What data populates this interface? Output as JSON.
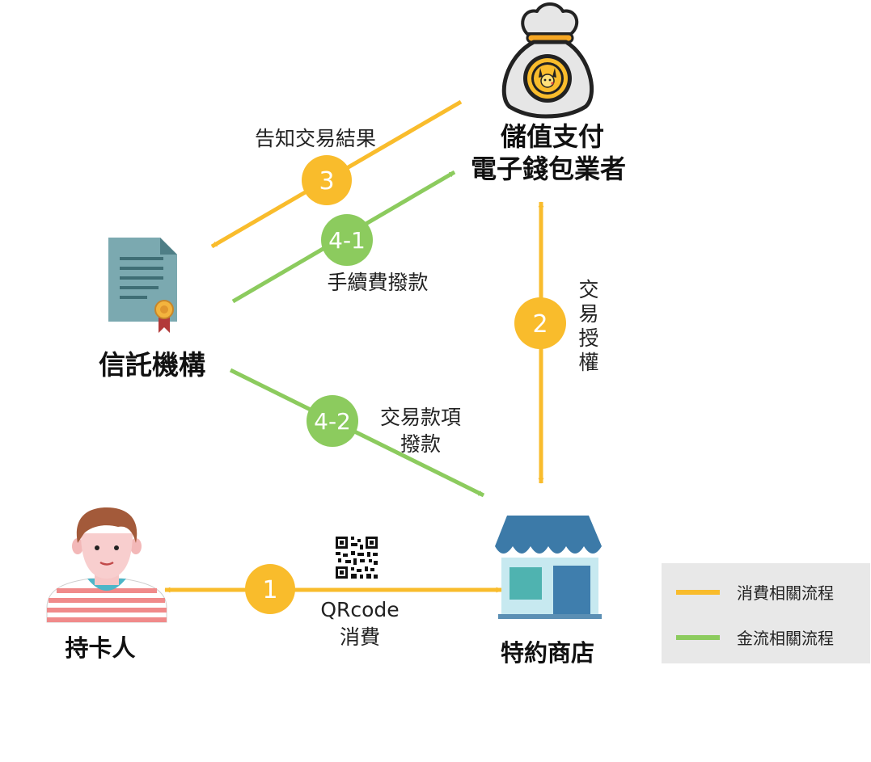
{
  "nodes": {
    "ewallet": {
      "line1": "儲值支付",
      "line2": "電子錢包業者"
    },
    "trust": {
      "label": "信託機構"
    },
    "cardholder": {
      "label": "持卡人"
    },
    "merchant": {
      "label": "特約商店"
    }
  },
  "flows": {
    "step1": {
      "number": "1",
      "label_line1": "QRcode",
      "label_line2": "消費"
    },
    "step2": {
      "number": "2",
      "label_chars": [
        "交",
        "易",
        "授",
        "權"
      ]
    },
    "step3": {
      "number": "3",
      "label": "告知交易結果"
    },
    "step4_1": {
      "number": "4-1",
      "label": "手續費撥款"
    },
    "step4_2": {
      "number": "4-2",
      "label_line1": "交易款項",
      "label_line2": "撥款"
    }
  },
  "legend": {
    "items": [
      {
        "label": "消費相關流程",
        "color": "#F9BC2C"
      },
      {
        "label": "金流相關流程",
        "color": "#8CCB5E"
      }
    ]
  },
  "colors": {
    "consumption": "#F9BC2C",
    "money": "#8CCB5E",
    "legend_bg": "#E8E8E8"
  },
  "icons": {
    "ewallet": "money-bag-icon",
    "trust": "certificate-document-icon",
    "cardholder": "person-avatar-icon",
    "merchant": "storefront-icon",
    "qrcode": "qr-code-icon"
  }
}
